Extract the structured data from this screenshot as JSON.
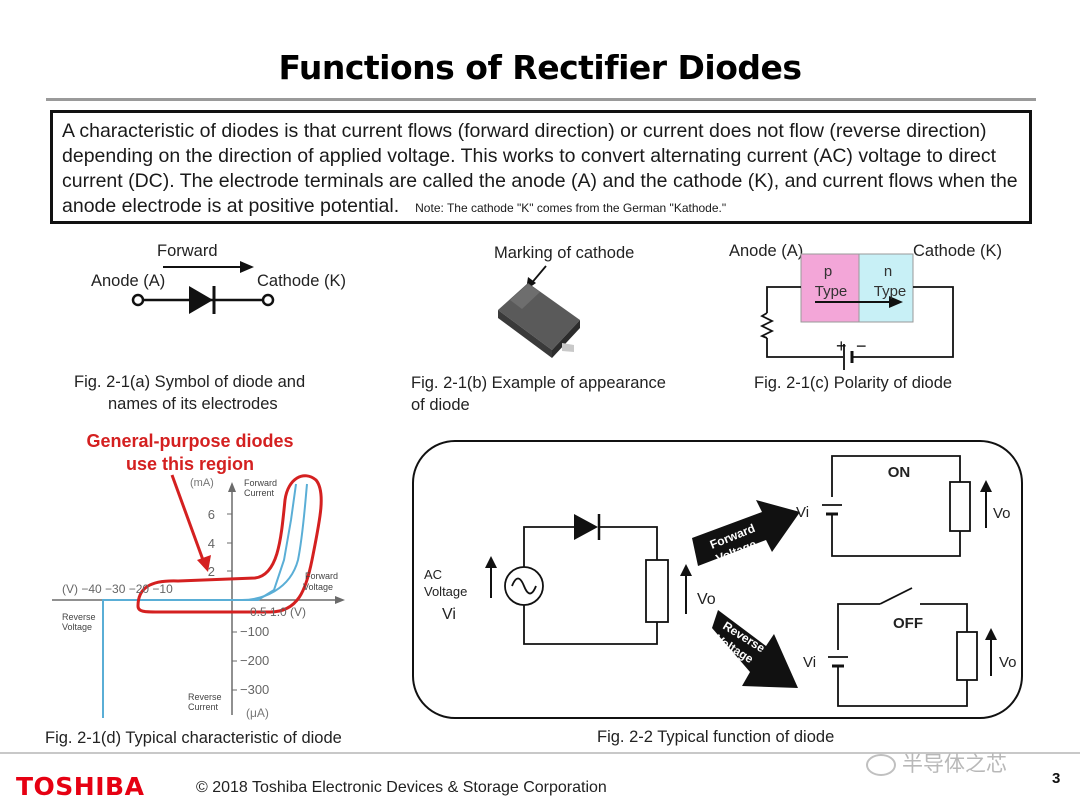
{
  "title": "Functions of Rectifier Diodes",
  "intro": {
    "text": "A characteristic of diodes is that current flows (forward direction) or current does not flow (reverse direction) depending on the direction of applied voltage. This works to convert alternating current (AC) voltage to direct current (DC). The electrode terminals are called the anode (A) and the cathode (K), and current flows when the anode electrode is at positive potential.",
    "note": "Note: The cathode \"K\" comes from the German \"Kathode.\""
  },
  "fig_a": {
    "forward": "Forward",
    "anode": "Anode (A)",
    "cathode": "Cathode (K)",
    "caption_1": "Fig. 2-1(a) Symbol of diode and",
    "caption_2": "names of its electrodes"
  },
  "fig_b": {
    "marking": "Marking of cathode",
    "caption_1": "Fig. 2-1(b) Example of appearance",
    "caption_2": "of diode"
  },
  "fig_c": {
    "anode": "Anode (A)",
    "cathode": "Cathode (K)",
    "p_1": "p",
    "p_2": "Type",
    "n_1": "n",
    "n_2": "Type",
    "plus": "+",
    "minus": "−",
    "caption": "Fig. 2-1(c) Polarity of diode"
  },
  "fig_d": {
    "callout_1": "General-purpose diodes",
    "callout_2": "use this region",
    "unit_ma": "(mA)",
    "forward_current_1": "Forward",
    "forward_current_2": "Current",
    "y_ticks": [
      "6",
      "4",
      "2"
    ],
    "neg_ticks": [
      "−100",
      "−200",
      "−300"
    ],
    "unit_ua": "(μA)",
    "x_left": "(V) −40 −30 −20 −10",
    "x_right": "0.5 1.0 (V)",
    "forward_voltage_1": "Forward",
    "forward_voltage_2": "Voltage",
    "reverse_voltage_1": "Reverse",
    "reverse_voltage_2": "Voltage",
    "reverse_current_1": "Reverse",
    "reverse_current_2": "Current",
    "caption": "Fig. 2-1(d) Typical characteristic of diode",
    "colors": {
      "curve": "#5aaed6",
      "callout": "#d42020"
    }
  },
  "fig_2": {
    "ac_1": "AC",
    "ac_2": "Voltage",
    "vi": "Vi",
    "vo": "Vo",
    "forward_arrow_1": "Forward",
    "forward_arrow_2": "Voltage",
    "reverse_arrow_1": "Reverse",
    "reverse_arrow_2": "Voltage",
    "on": "ON",
    "off": "OFF",
    "caption": "Fig. 2-2 Typical function of diode"
  },
  "footer": {
    "logo": "TOSHIBA",
    "copyright": "© 2018 Toshiba Electronic Devices & Storage Corporation",
    "page": "3",
    "watermark": "半导体之芯",
    "logo_color": "#e60012"
  }
}
